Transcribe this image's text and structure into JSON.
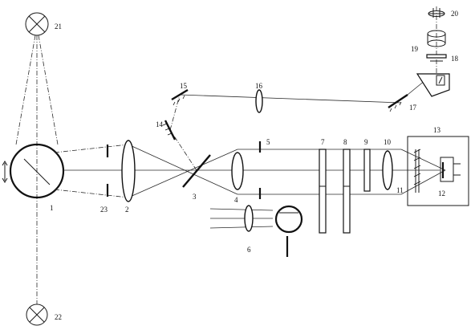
{
  "labels": {
    "n1": "1",
    "n2": "2",
    "n3": "3",
    "n4": "4",
    "n5": "5",
    "n6": "6",
    "n7": "7",
    "n8": "8",
    "n9": "9",
    "n10": "10",
    "n11": "11",
    "n12": "12",
    "n13": "13",
    "n14": "14",
    "n15": "15",
    "n16": "16",
    "n17": "17",
    "n18": "18",
    "n19": "19",
    "n20": "20",
    "n21": "21",
    "n22": "22",
    "n23": "23"
  },
  "colors": {
    "ink": "#111111",
    "paper": "#ffffff"
  }
}
